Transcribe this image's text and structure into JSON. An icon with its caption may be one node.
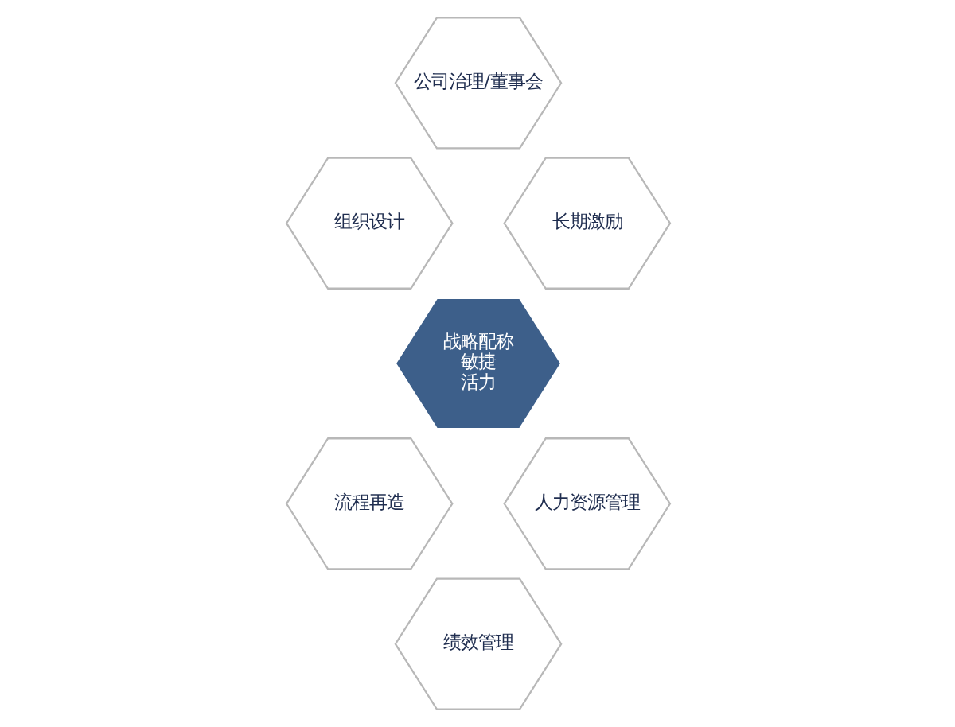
{
  "diagram": {
    "nodes": [
      {
        "text": [
          "公司治理/董事会"
        ]
      },
      {
        "text": [
          "组织设计"
        ]
      },
      {
        "text": [
          "长期激励"
        ]
      },
      {
        "text": [
          "战略配称",
          "敏捷",
          "活力"
        ]
      },
      {
        "text": [
          "流程再造"
        ]
      },
      {
        "text": [
          "人力资源管理"
        ]
      },
      {
        "text": [
          "绩效管理"
        ]
      }
    ]
  }
}
